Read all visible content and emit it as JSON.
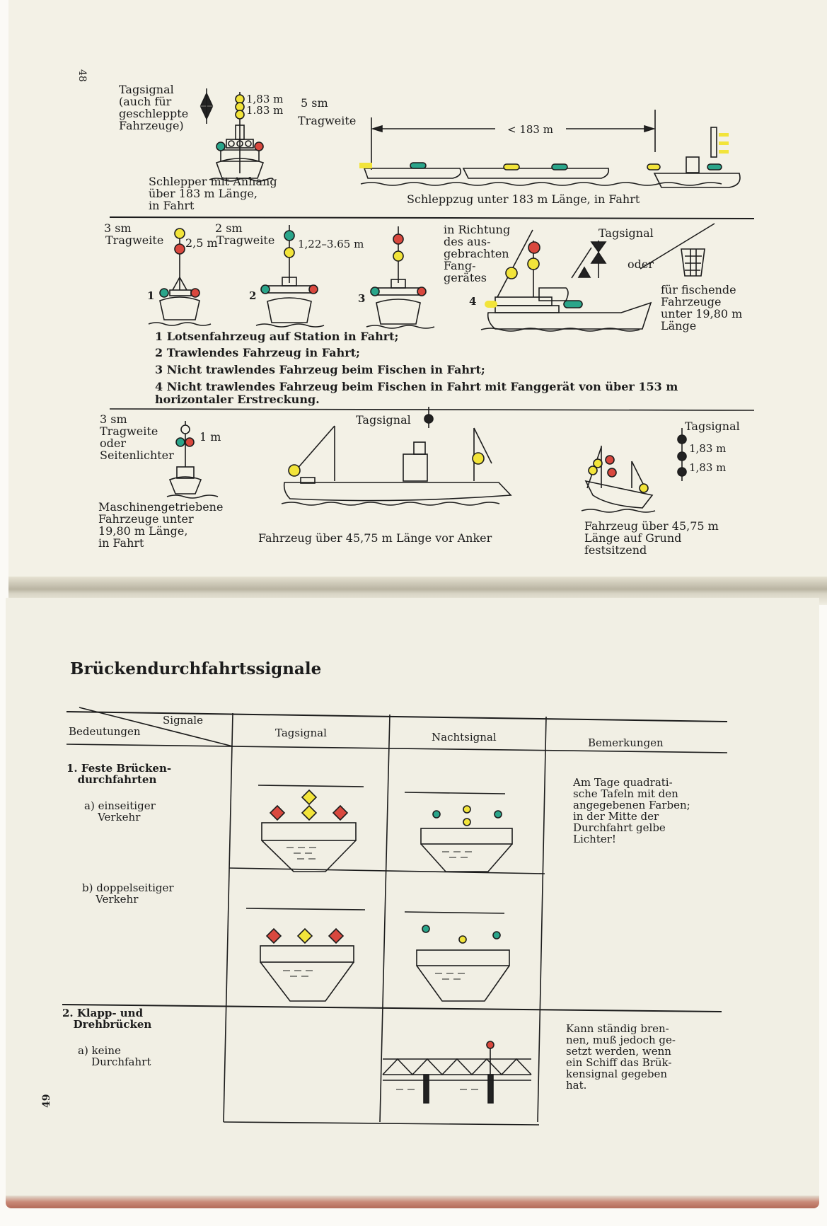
{
  "page_top": {
    "page_number": "48",
    "row1": {
      "tagsignal_note": "Tagsignal\n(auch für\ngeschleppte\nFahrzeuge)",
      "dist1": "1,83 m",
      "dist2": "1.83 m",
      "range": "5 sm",
      "range_label": "Tragweite",
      "tow_length": "< 183 m",
      "caption_left": "Schlepper mit Anhang\nüber 183 m Länge,\nin Fahrt",
      "caption_right": "Schleppzug unter 183 m Länge, in Fahrt"
    },
    "row2": {
      "range1": "3 sm",
      "range1_label": "Tragweite",
      "spacing1": "2,5 m",
      "range2": "2 sm",
      "range2_label": "Tragweite",
      "spacing2": "1,22–3.65 m",
      "num1": "1",
      "num2": "2",
      "num3": "3",
      "num4": "4",
      "direction_note": "in Richtung\ndes aus-\ngebrachten\nFang-\ngerätes",
      "tagsignal": "Tagsignal",
      "oder": "oder",
      "small_vessel_note": "für fischende\nFahrzeuge\nunter 19,80 m\nLänge",
      "legend": [
        {
          "n": "1",
          "text": "Lotsenfahrzeug auf Station in Fahrt;"
        },
        {
          "n": "2",
          "text": "Trawlendes Fahrzeug in Fahrt;"
        },
        {
          "n": "3",
          "text": "Nicht trawlendes Fahrzeug beim Fischen in Fahrt;"
        },
        {
          "n": "4",
          "text": "Nicht trawlendes Fahrzeug beim Fischen in Fahrt mit Fanggerät von über 153 m\nhorizontaler Erstreckung."
        }
      ]
    },
    "row3": {
      "range": "3 sm\nTragweite\noder\nSeitenlichter",
      "spacing": "1 m",
      "caption_left": "Maschinengetriebene\nFahrzeuge unter\n19,80 m Länge,\nin Fahrt",
      "tagsignal_mid": "Tagsignal",
      "caption_mid": "Fahrzeug über 45,75 m Länge vor Anker",
      "tagsignal_right": "Tagsignal",
      "dist1": "1,83 m",
      "dist2": "1,83 m",
      "caption_right": "Fahrzeug über 45,75 m\nLänge auf Grund\nfestsitzend"
    }
  },
  "page_bottom": {
    "page_number": "49",
    "title": "Brückendurchfahrtssignale",
    "table": {
      "corner_top": "Signale",
      "corner_bottom": "Bedeutungen",
      "headers": [
        "Tagsignal",
        "Nachtsignal",
        "Bemerkungen"
      ],
      "rows": [
        {
          "title": "1. Feste Brücken-\n   durchfahrten",
          "sub_a": "a) einseitiger\n    Verkehr",
          "sub_b": "b) doppelseitiger\n    Verkehr",
          "remark": "Am Tage quadrati-\nsche Tafeln mit den\nangegebenen Farben;\nin der Mitte der\nDurchfahrt gelbe\nLichter!"
        },
        {
          "title": "2. Klapp- und\n   Drehbrücken",
          "sub_a": "a) keine\n    Durchfahrt",
          "remark": "Kann ständig bren-\nnen, muß jedoch ge-\nsetzt werden, wenn\nein Schiff das Brük-\nkensignal gegeben\nhat."
        }
      ]
    }
  },
  "colors": {
    "paper": "#f3f1e6",
    "yellow": "#f2e43a",
    "red": "#d9483e",
    "green": "#2aa58a",
    "ink": "#1c1c1c"
  }
}
